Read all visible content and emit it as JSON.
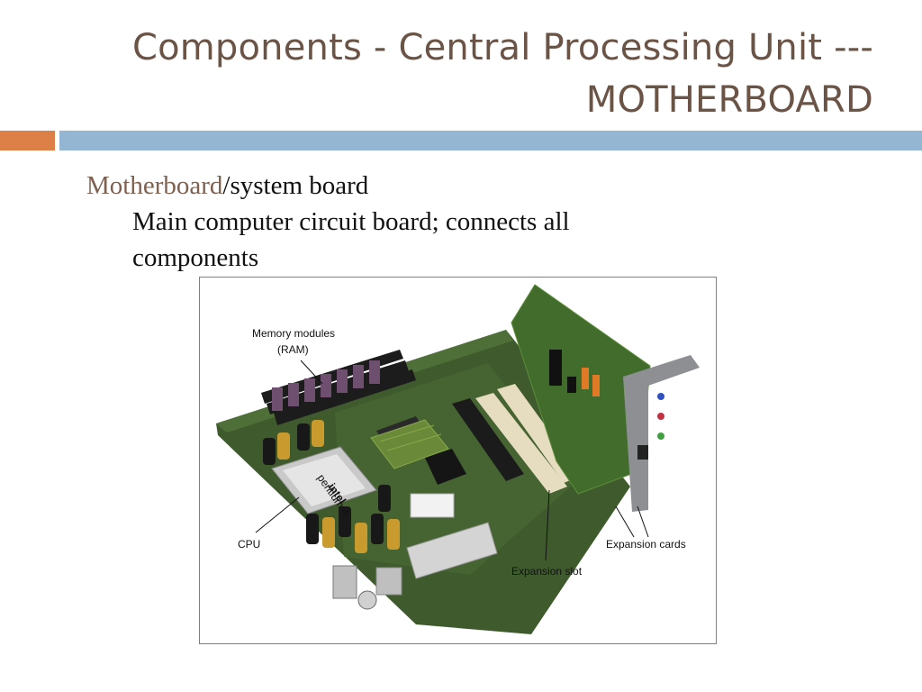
{
  "slide": {
    "title_line1": "Components - Central Processing Unit ---",
    "title_line2": "MOTHERBOARD",
    "term": "Motherboard",
    "term_rest": "/system board",
    "definition_line1": "Main computer circuit board; connects all",
    "definition_line2": "components"
  },
  "figure": {
    "label_memory_line1": "Memory modules",
    "label_memory_line2": "(RAM)",
    "label_cpu": "CPU",
    "label_expansion_slot": "Expansion slot",
    "label_expansion_cards": "Expansion cards",
    "cpu_brand": "intel",
    "cpu_model": "pentium 4"
  },
  "colors": {
    "title": "#6b5446",
    "accent_orange": "#dd8047",
    "accent_blue": "#94b6d2",
    "term": "#7f6151"
  }
}
